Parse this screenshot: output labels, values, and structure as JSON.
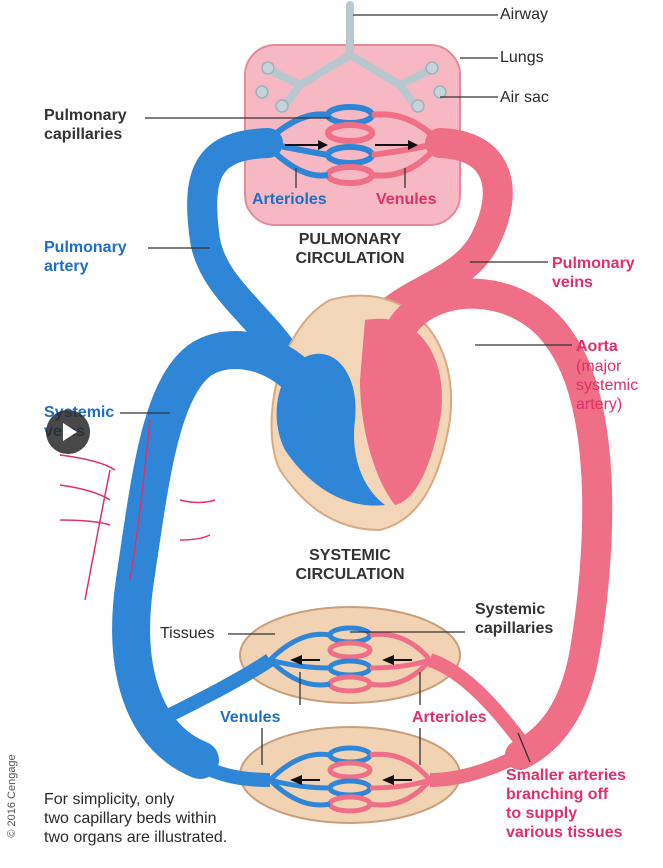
{
  "labels": {
    "airway": "Airway",
    "lungs": "Lungs",
    "air_sac": "Air sac",
    "pulmonary_capillaries": "Pulmonary\ncapillaries",
    "arterioles_top": "Arterioles",
    "venules_top": "Venules",
    "pulmonary_circulation": "PULMONARY\nCIRCULATION",
    "pulmonary_artery": "Pulmonary\nartery",
    "pulmonary_veins": "Pulmonary\nveins",
    "aorta": "Aorta",
    "aorta_note": "(major\nsystemic\nartery)",
    "systemic_veins": "Systemic\nveins",
    "systemic_circulation": "SYSTEMIC\nCIRCULATION",
    "tissues": "Tissues",
    "systemic_capillaries": "Systemic\ncapillaries",
    "venules_bottom": "Venules",
    "arterioles_bottom": "Arterioles",
    "smaller_arteries": "Smaller arteries\nbranching off\nto supply\nvarious tissues",
    "footnote": "For simplicity, only\ntwo capillary beds within\ntwo organs are illustrated.",
    "copyright": "© 2016 Cengage"
  },
  "colors": {
    "deoxygenated": "#2f86d6",
    "oxygenated": "#ee6f86",
    "lungs_fill": "#f6b9c3",
    "tissue_fill": "#f1d2b2",
    "label_blue": "#1e6fc4",
    "label_pink": "#e0306a"
  },
  "icons": {
    "play": "play-icon"
  }
}
